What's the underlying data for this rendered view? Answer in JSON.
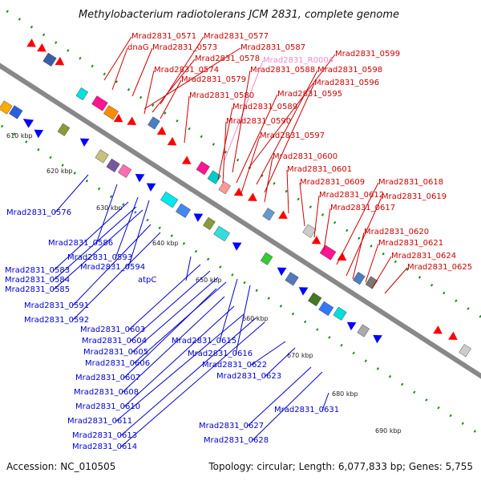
{
  "title": "Methylobacterium radiotolerans JCM 2831, complete genome",
  "footer": {
    "accession": "Accession: NC_010505",
    "summary": "Topology: circular; Length: 6,077,833 bp; Genes: 5,755"
  },
  "colors": {
    "forward_label": "#cc0000",
    "reverse_label": "#0000cc",
    "rna_label": "#ee88cc",
    "backbone": "#888888",
    "forward_arrow": "#ff0000",
    "reverse_arrow": "#0000ff"
  },
  "ticks": [
    "610 kbp",
    "620 kbp",
    "630 kbp",
    "640 kbp",
    "650 kbp",
    "660 kbp",
    "670 kbp",
    "680 kbp",
    "690 kbp"
  ],
  "forward_labels": [
    "Mrad2831_0571",
    "Mrad2831_0577",
    "dnaG",
    "Mrad2831_0573",
    "Mrad2831_0587",
    "Mrad2831_0578",
    "Mrad2831_R0004",
    "Mrad2831_0599",
    "Mrad2831_0574",
    "Mrad2831_0588",
    "Mrad2831_0598",
    "Mrad2831_0579",
    "Mrad2831_0596",
    "Mrad2831_0580",
    "Mrad2831_0595",
    "Mrad2831_0589",
    "Mrad2831_0590",
    "Mrad2831_0597",
    "Mrad2831_0600",
    "Mrad2831_0601",
    "Mrad2831_0609",
    "Mrad2831_0618",
    "Mrad2831_0612",
    "Mrad2831_0619",
    "Mrad2831_0617",
    "Mrad2831_0620",
    "Mrad2831_0621",
    "Mrad2831_0624",
    "Mrad2831_0625"
  ],
  "reverse_labels": [
    "Mrad2831_0576",
    "Mrad2831_0586",
    "Mrad2831_0593",
    "Mrad2831_0594",
    "Mrad2831_0583",
    "Mrad2831_0584",
    "Mrad2831_0585",
    "atpC",
    "Mrad2831_0591",
    "Mrad2831_0592",
    "Mrad2831_0603",
    "Mrad2831_0604",
    "Mrad2831_0605",
    "Mrad2831_0606",
    "Mrad2831_0615",
    "Mrad2831_0616",
    "Mrad2831_0622",
    "Mrad2831_0623",
    "Mrad2831_0607",
    "Mrad2831_0608",
    "Mrad2831_0610",
    "Mrad2831_0611",
    "Mrad2831_0613",
    "Mrad2831_0614",
    "Mrad2831_0627",
    "Mrad2831_0628",
    "Mrad2831_0631"
  ]
}
